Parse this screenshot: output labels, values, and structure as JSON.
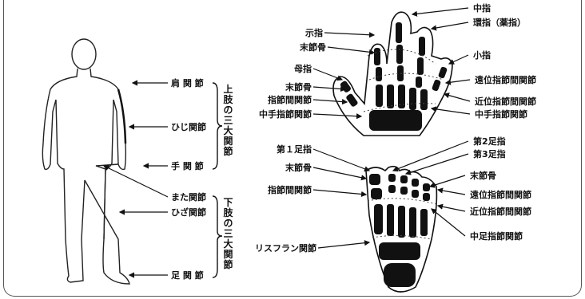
{
  "body_labels": {
    "shoulder": "肩 関 節",
    "elbow": "ひじ関節",
    "wrist": "手 関 節",
    "hip": "また関節",
    "knee": "ひざ関節",
    "ankle": "足 関 節"
  },
  "groups": {
    "upper": "上肢の三大関節",
    "lower": "下肢の三大関節"
  },
  "hand_labels": {
    "middle": "中指",
    "ring": "環指（薬指）",
    "index": "示指",
    "distal_phalanx_left": "末節骨",
    "little": "小指",
    "thumb": "母指",
    "dip": "遠位指節間関節",
    "distal_phalanx_thumb": "末節骨",
    "ip": "指節間関節",
    "pip": "近位指節間関節",
    "mcp": "中手指節関節",
    "mcp_right": "中手指節関節"
  },
  "foot_labels": {
    "first_toe": "第１足指",
    "second_toe": "第2足指",
    "third_toe": "第3足指",
    "distal_phalanx_left": "末節骨",
    "distal_phalanx_right": "末節骨",
    "ip": "指節間関節",
    "dip": "遠位指節間関節",
    "pip": "近位指節間関節",
    "lisfranc": "リスフラン関節",
    "mtp": "中足指節関節"
  }
}
